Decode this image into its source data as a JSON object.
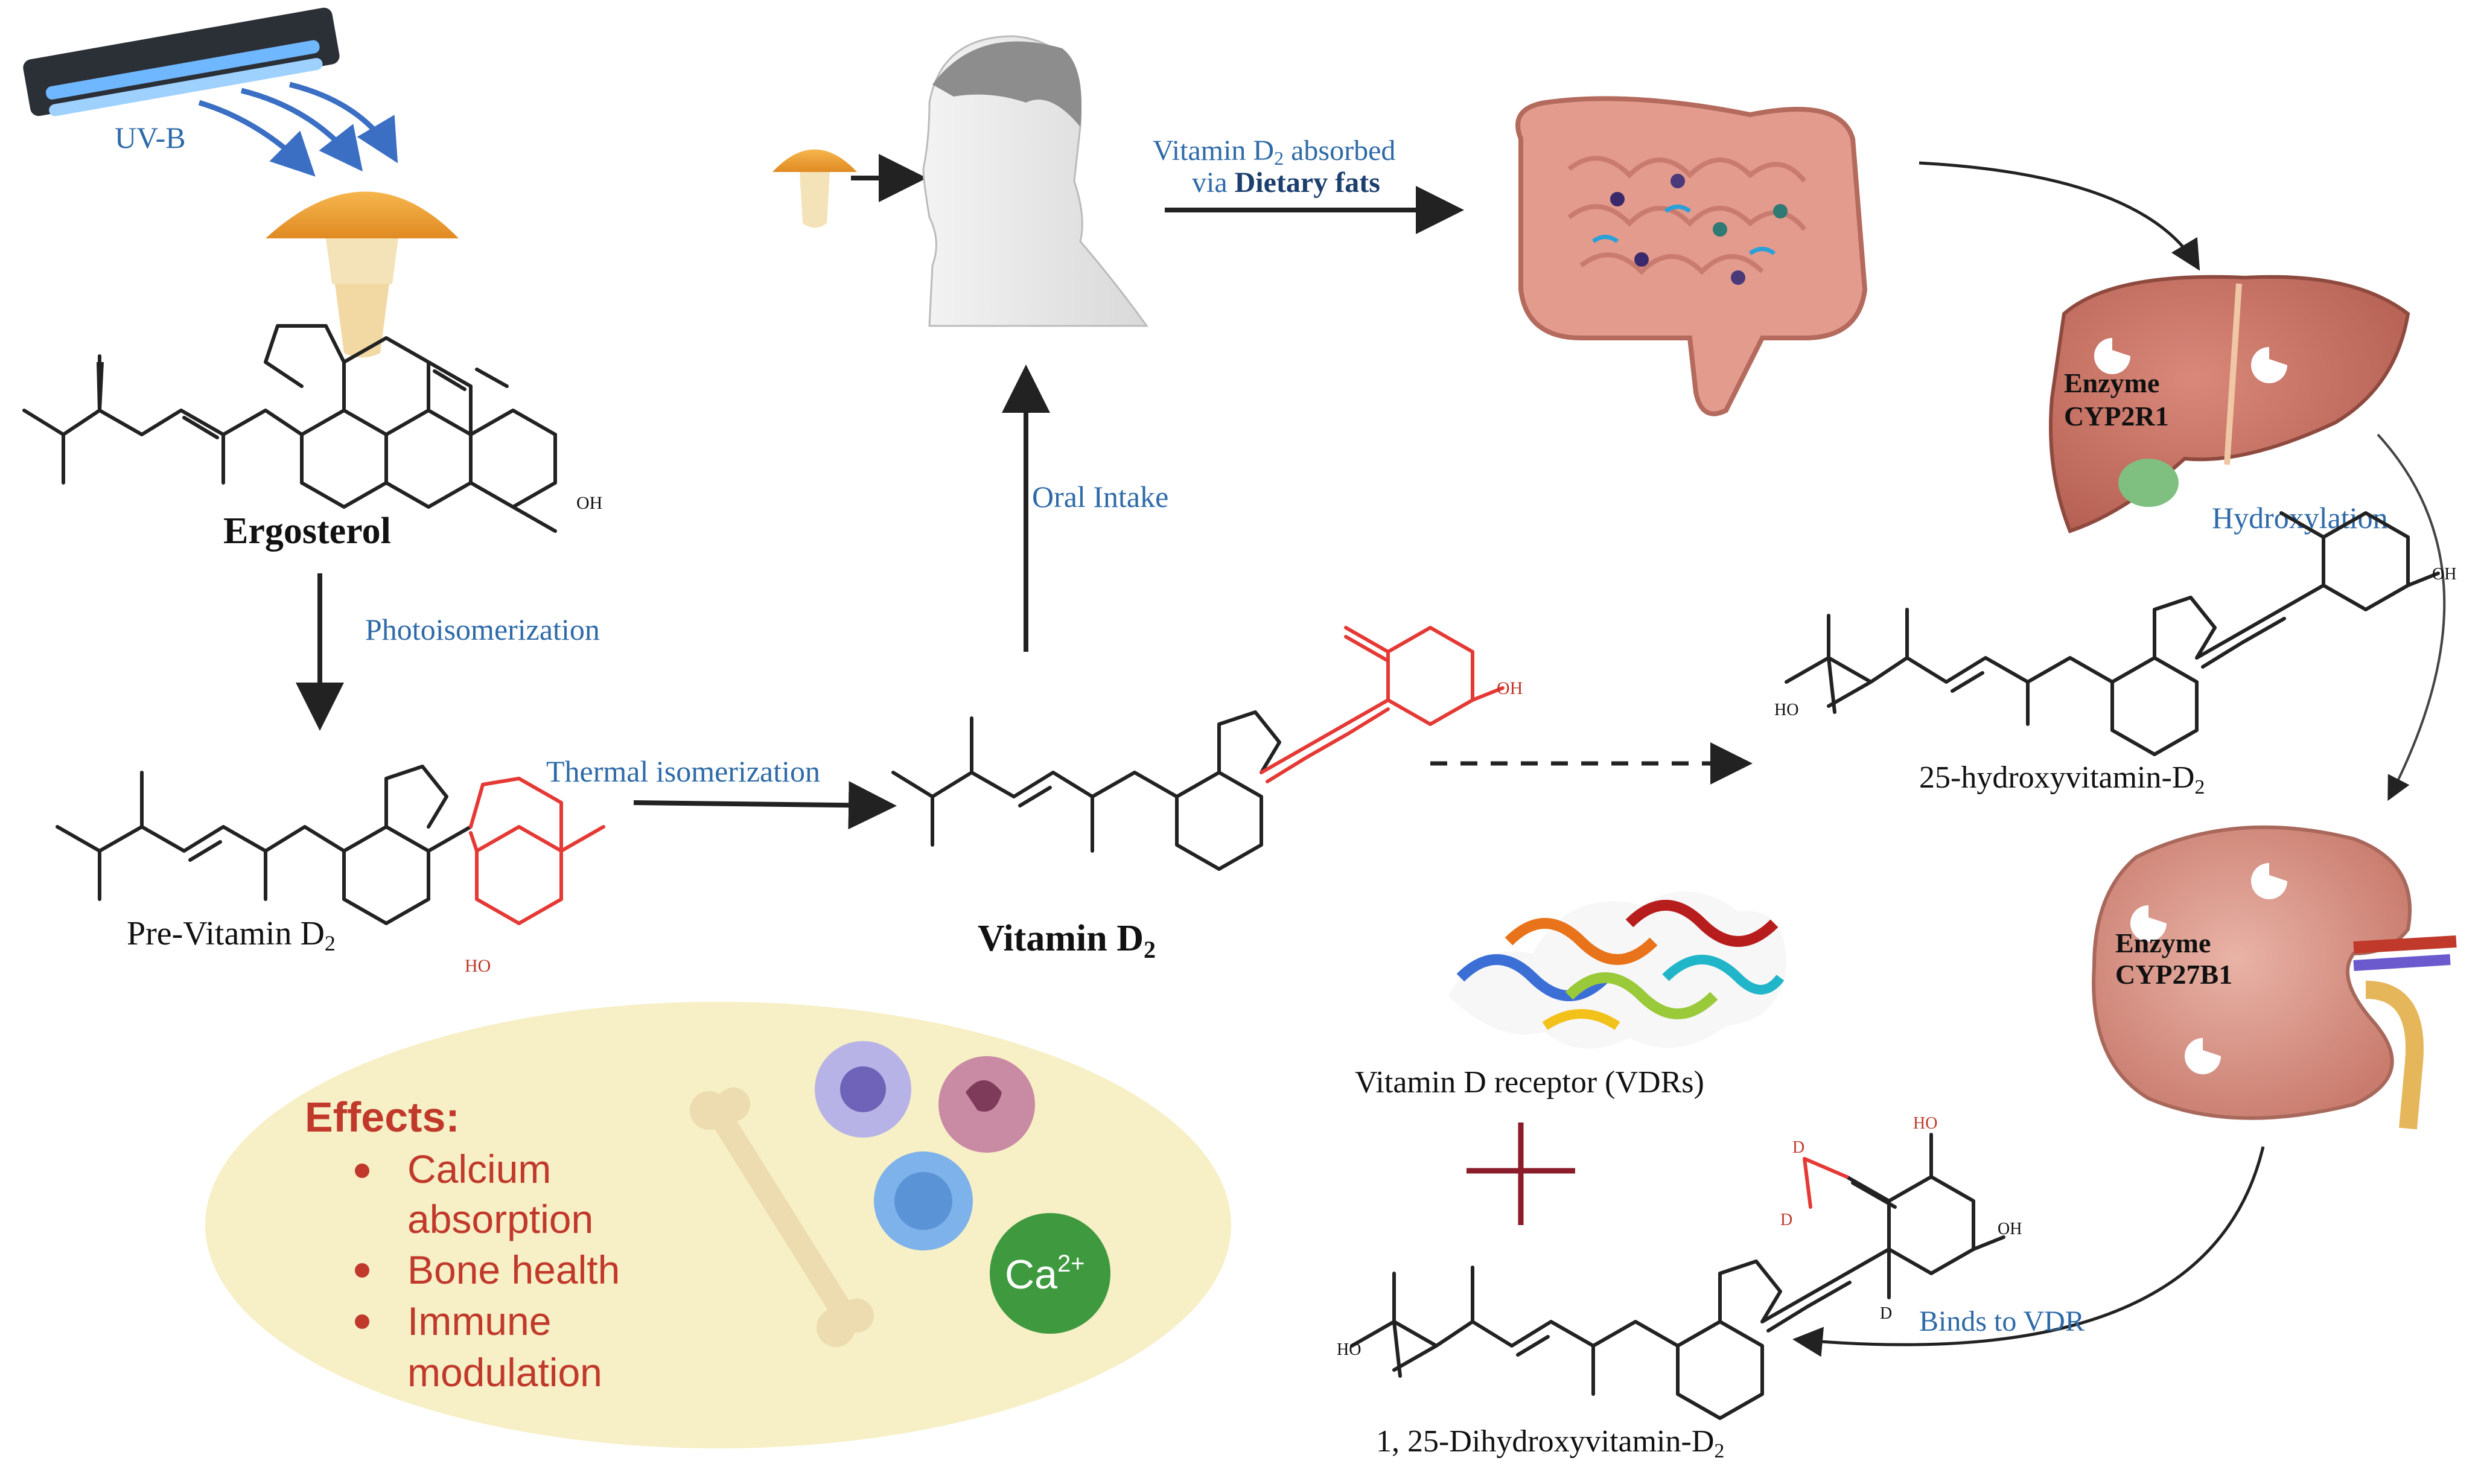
{
  "labels": {
    "uvb": "UV-B",
    "ergosterol": "Ergosterol",
    "photoisomerization": "Photoisomerization",
    "pre_vitamin": "Pre-Vitamin D",
    "pre_vitamin_sub": "2",
    "thermal": "Thermal isomerization",
    "vitamin_d2": "Vitamin D",
    "vitamin_d2_sub": "2",
    "oral_intake": "Oral Intake",
    "absorbed_line1_a": "Vitamin D",
    "absorbed_line1_sub": "2",
    "absorbed_line1_b": " absorbed",
    "absorbed_line2_a": "via ",
    "absorbed_line2_b": "Dietary fats",
    "enzyme1_line1": "Enzyme",
    "enzyme1_line2": "CYP2R1",
    "hydroxylation": "Hydroxylation",
    "hydroxy25": "25-hydroxyvitamin-D",
    "hydroxy25_sub": "2",
    "enzyme2_line1": "Enzyme",
    "enzyme2_line2": "CYP27B1",
    "vdr": "Vitamin D receptor (VDRs)",
    "binds_vdr": "Binds to VDR",
    "dihydroxy": "1, 25-Dihydroxyvitamin-D",
    "dihydroxy_sub": "2",
    "oh": "OH",
    "ho": "HO",
    "d": "D",
    "calcium_ion": "Ca",
    "calcium_charge": "2+"
  },
  "effects": {
    "title": "Effects:",
    "items": [
      {
        "line1": "Calcium",
        "line2": "absorption"
      },
      {
        "line1": "Bone health",
        "line2": ""
      },
      {
        "line1": "Immune",
        "line2": "modulation"
      }
    ]
  },
  "colors": {
    "label_blue": "#2e6aa8",
    "effects_red": "#c0392b",
    "highlight_red": "#e53935",
    "effects_bg": "#f7efc6",
    "mushroom": "#f0a43a",
    "organ": "#c97c6e",
    "calcium_green": "#3f9a3f"
  },
  "icons": [
    "uv-lamp-icon",
    "mushroom-icon",
    "human-head-icon",
    "intestine-icon",
    "liver-icon",
    "kidney-icon",
    "bone-icon",
    "immune-cell-icon",
    "protein-ribbon-icon"
  ]
}
